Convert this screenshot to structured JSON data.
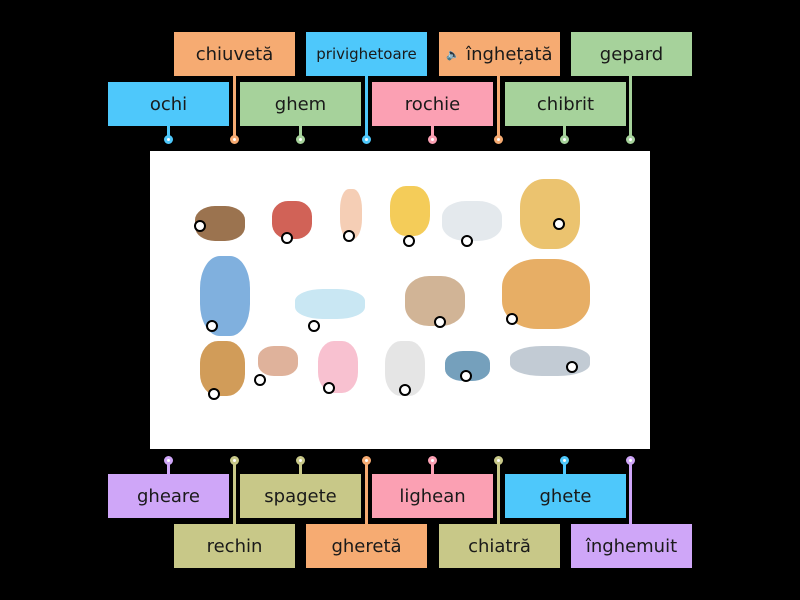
{
  "colors": {
    "blue": "#4ec8fb",
    "orange": "#f6ab72",
    "green": "#a6d29b",
    "pink": "#fba0b3",
    "purple": "#cfa6f8",
    "olive": "#c8c888"
  },
  "top_labels": [
    {
      "text": "chiuvetă",
      "color": "orange"
    },
    {
      "text": "privighetoare",
      "color": "blue"
    },
    {
      "text": "înghețată",
      "color": "orange",
      "icon": "speaker-icon"
    },
    {
      "text": "gepard",
      "color": "green"
    },
    {
      "text": "ochi",
      "color": "blue"
    },
    {
      "text": "ghem",
      "color": "green"
    },
    {
      "text": "rochie",
      "color": "pink"
    },
    {
      "text": "chibrit",
      "color": "green"
    }
  ],
  "bottom_labels": [
    {
      "text": "gheare",
      "color": "purple"
    },
    {
      "text": "spagete",
      "color": "olive"
    },
    {
      "text": "lighean",
      "color": "pink"
    },
    {
      "text": "ghete",
      "color": "blue"
    },
    {
      "text": "rechin",
      "color": "olive"
    },
    {
      "text": "gheretă",
      "color": "orange"
    },
    {
      "text": "chiatră",
      "color": "olive"
    },
    {
      "text": "înghemuit",
      "color": "purple"
    }
  ],
  "pictures": [
    "boots",
    "yarn-ball",
    "ice-cream",
    "claws",
    "spaghetti",
    "cheetah",
    "crouching-boy",
    "basin",
    "bird",
    "kiosk",
    "guitar",
    "match",
    "dress",
    "sink",
    "eye",
    "shark"
  ]
}
